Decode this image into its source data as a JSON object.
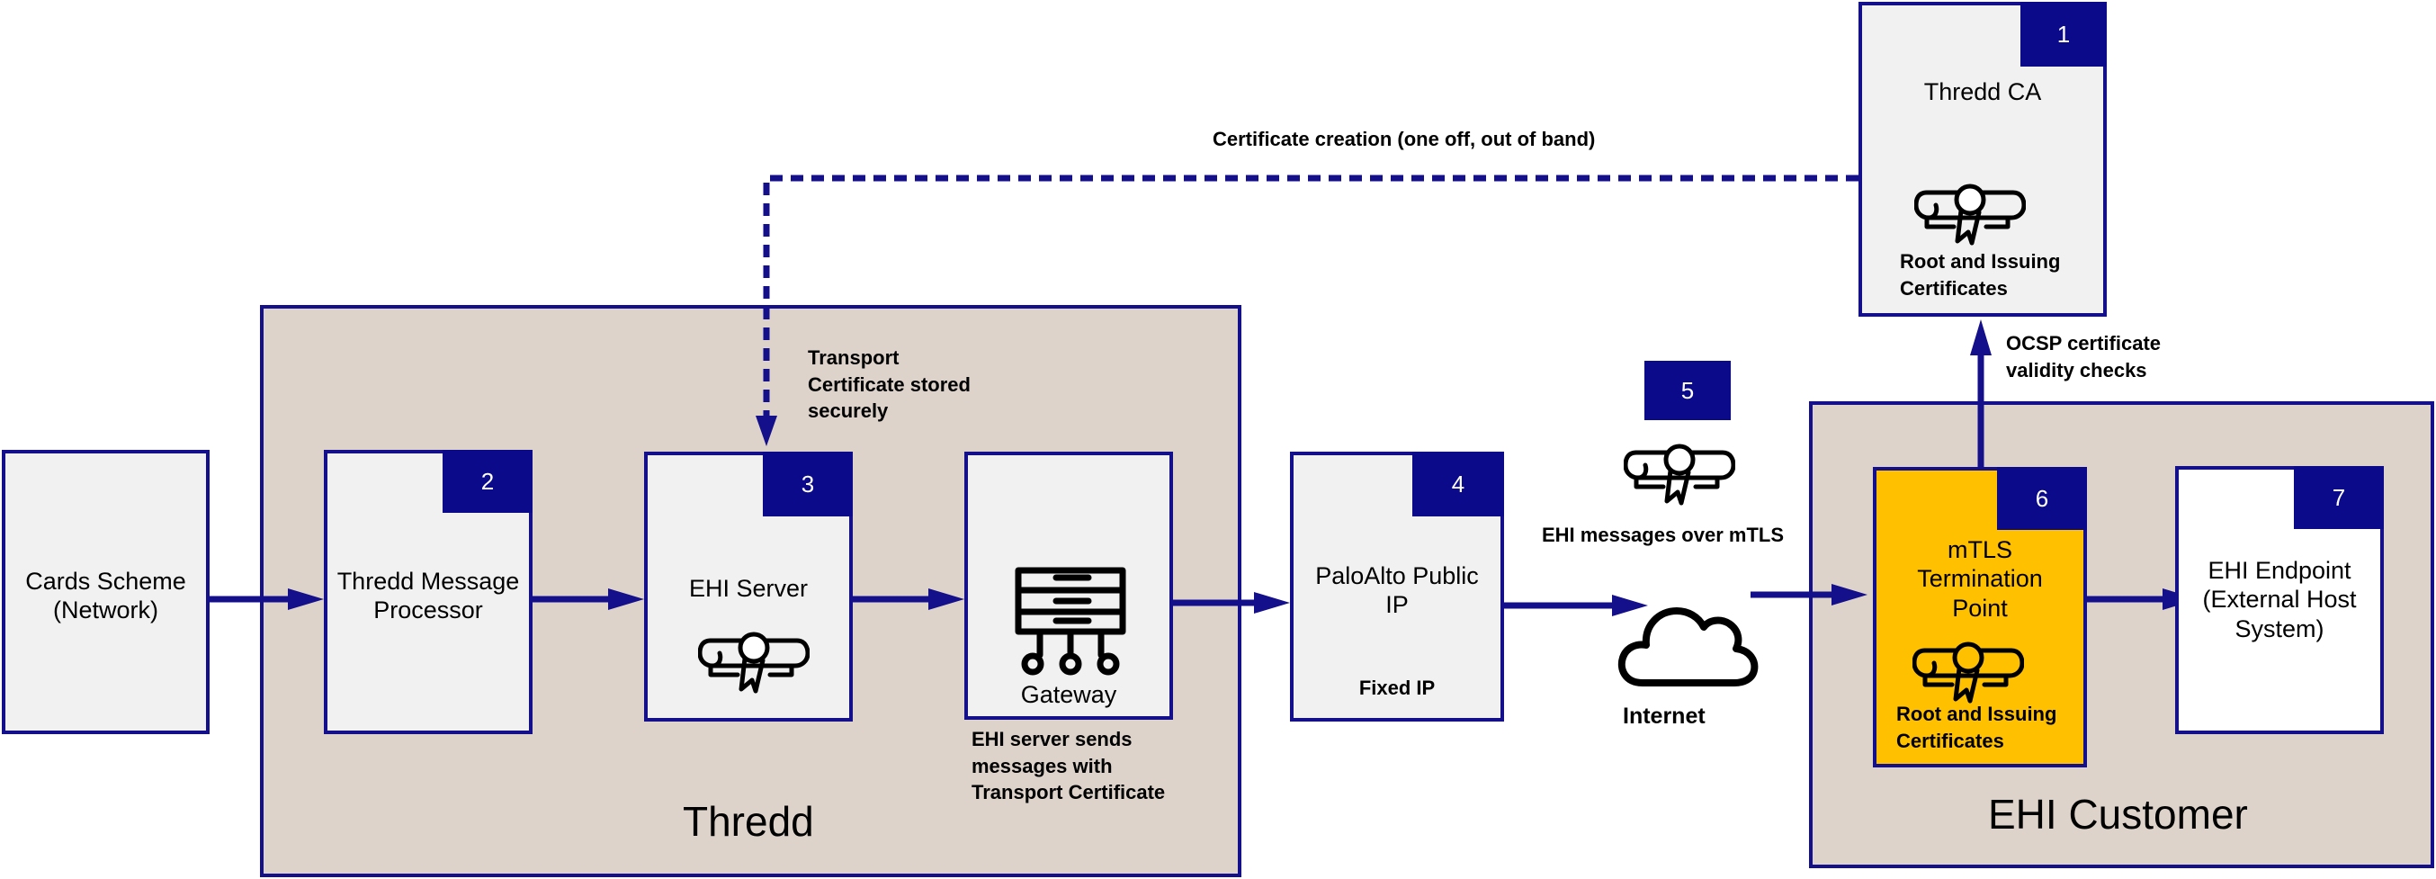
{
  "regions": {
    "thredd": "Thredd",
    "customer": "EHI Customer"
  },
  "nodes": {
    "cards_scheme": {
      "title": "Cards Scheme\n(Network)"
    },
    "message_processor": {
      "title": "Thredd Message\nProcessor",
      "badge": "2"
    },
    "ehi_server": {
      "title": "EHI Server",
      "badge": "3"
    },
    "gateway": {
      "title": "Gateway"
    },
    "paloalto": {
      "title": "PaloAlto Public\nIP",
      "badge": "4",
      "note": "Fixed IP"
    },
    "thredd_ca": {
      "title": "Thredd CA",
      "badge": "1",
      "note": "Root and Issuing\nCertificates"
    },
    "mtls": {
      "title": "mTLS\nTermination\nPoint",
      "badge": "6",
      "note": "Root and Issuing\nCertificates"
    },
    "ehi_endpoint": {
      "title": "EHI Endpoint\n(External Host\nSystem)",
      "badge": "7"
    }
  },
  "labels": {
    "cert_creation": "Certificate creation (one off, out of band)",
    "transport_cert": "Transport\nCertificate stored\nsecurely",
    "gateway_sends": "EHI server sends\nmessages with\nTransport Certificate",
    "badge_5": "5",
    "mtls_messages": "EHI messages over mTLS",
    "internet": "Internet",
    "ocsp": "OCSP certificate\nvalidity checks"
  },
  "colors": {
    "line": "#140f8a",
    "badge": "#0a0a8a",
    "region_fill": "#ddd3ca",
    "box_fill": "#f1f1f1",
    "highlight": "#ffc000"
  },
  "icons": {
    "certificate": "certificate-scroll-icon",
    "gateway": "gateway-icon",
    "cloud": "cloud-icon"
  }
}
